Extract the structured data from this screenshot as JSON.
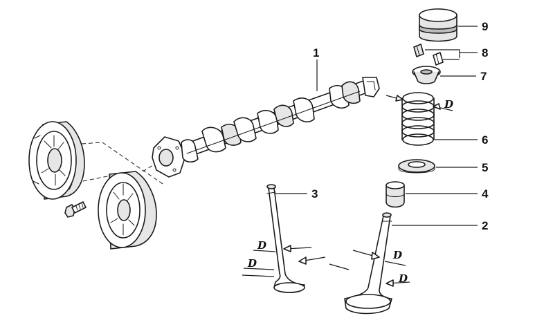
{
  "callouts": {
    "c1": "1",
    "c2": "2",
    "c3": "3",
    "c4": "4",
    "c5": "5",
    "c6": "6",
    "c7": "7",
    "c8": "8",
    "c9": "9"
  },
  "dimension_labels": {
    "spring": "D",
    "valve3_upper": "D",
    "valve3_lower": "D",
    "valve2_upper": "D",
    "valve2_lower": "D"
  }
}
